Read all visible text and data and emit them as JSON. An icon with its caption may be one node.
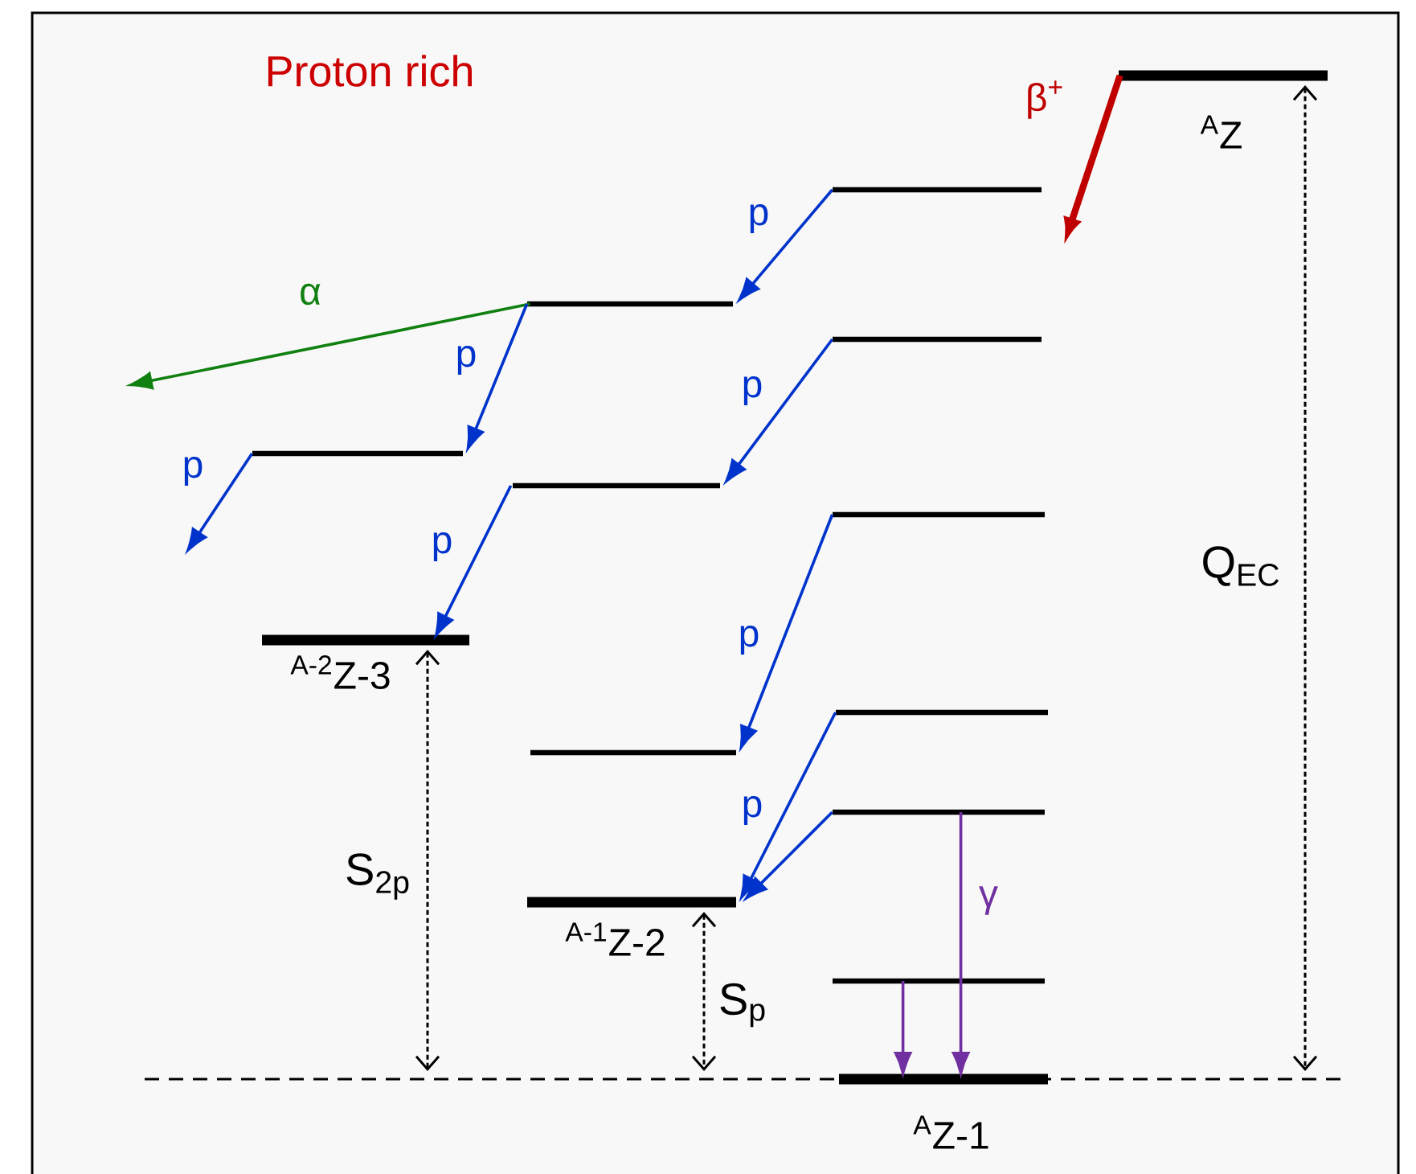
{
  "diagram": {
    "title": "Proton rich",
    "nodes": [
      {
        "text": [
          "$^{A}$Z"
        ]
      },
      {
        "text": [],
        "shape": "bar"
      },
      {
        "text": [],
        "shape": "bar"
      },
      {
        "text": [],
        "shape": "bar"
      },
      {
        "text": [],
        "shape": "bar"
      },
      {
        "text": [],
        "shape": "bar"
      },
      {
        "text": [],
        "shape": "bar"
      },
      {
        "text": [
          "$^{A-2}$Z-3"
        ]
      },
      {
        "text": [],
        "shape": "bar"
      },
      {
        "text": [],
        "shape": "bar"
      },
      {
        "text": [],
        "shape": "bar"
      },
      {
        "text": [
          "$^{A-1}$Z-2"
        ]
      },
      {
        "text": [],
        "shape": "bar"
      },
      {
        "text": [
          "$^{A}$Z-1"
        ]
      }
    ],
    "edges": [
      {
        "from": 0,
        "to": null,
        "arrow": "to",
        "label": "β$^{+}$",
        "style": "thick",
        "color": "#c00000"
      },
      {
        "from": 1,
        "to": 2,
        "arrow": "to",
        "label": "p"
      },
      {
        "from": 3,
        "to": 5,
        "arrow": "to",
        "label": "p"
      },
      {
        "from": 6,
        "to": 9,
        "arrow": "to",
        "label": "p"
      },
      {
        "from": 8,
        "to": 11,
        "arrow": "to",
        "label": "p"
      },
      {
        "from": 10,
        "to": 11,
        "arrow": "to"
      },
      {
        "from": 10,
        "to": 13,
        "arrow": "to",
        "label": "γ",
        "color": "#7030a0"
      },
      {
        "from": 12,
        "to": 13,
        "arrow": "to",
        "color": "#7030a0"
      },
      {
        "from": 2,
        "to": null,
        "arrow": "to",
        "label": "α",
        "color": "#108010"
      },
      {
        "from": 2,
        "to": 4,
        "arrow": "to",
        "label": "p"
      },
      {
        "from": 4,
        "to": null,
        "arrow": "to",
        "label": "p"
      },
      {
        "from": 5,
        "to": 7,
        "arrow": "to",
        "label": "p"
      }
    ],
    "labels": [
      "S$_{2p}$",
      "S$_{p}$",
      "Q$_{EC}$"
    ]
  }
}
